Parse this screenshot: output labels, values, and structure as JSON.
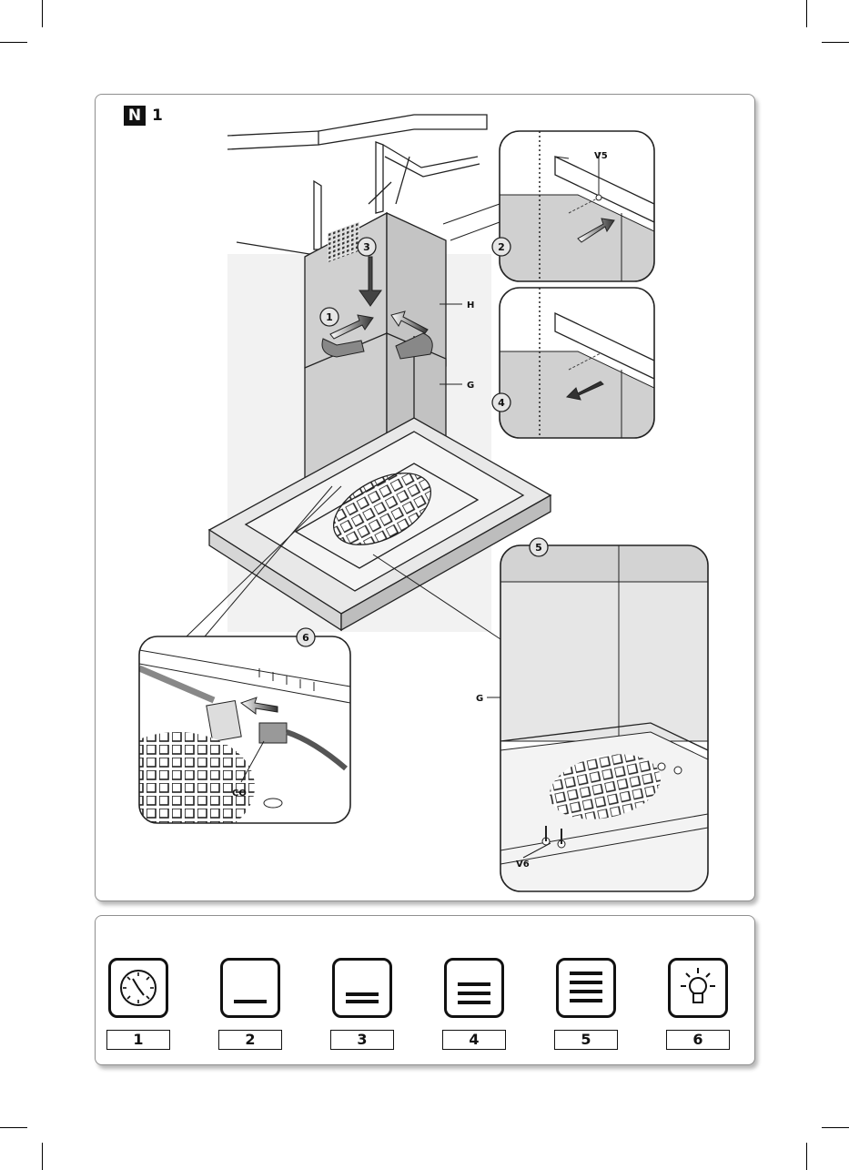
{
  "header": {
    "badge": "N",
    "step": "1"
  },
  "callouts": {
    "c1": "1",
    "c2": "2",
    "c3": "3",
    "c4": "4",
    "c5": "5",
    "c6": "6"
  },
  "labels": {
    "h": "H",
    "g_main": "G",
    "g_inset": "G",
    "v5": "V5",
    "v6": "V6",
    "co": "CO"
  },
  "legend": [
    {
      "num": "1",
      "icon": "timer-icon"
    },
    {
      "num": "2",
      "icon": "speed-1-icon"
    },
    {
      "num": "3",
      "icon": "speed-2-icon"
    },
    {
      "num": "4",
      "icon": "speed-3-icon"
    },
    {
      "num": "5",
      "icon": "speed-4-icon"
    },
    {
      "num": "6",
      "icon": "light-icon"
    }
  ]
}
